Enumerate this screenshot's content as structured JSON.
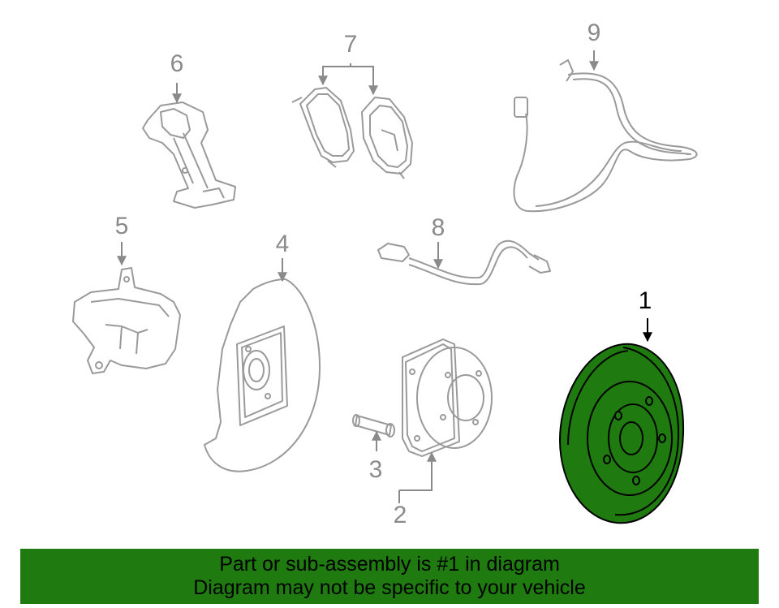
{
  "callouts": [
    {
      "id": "1",
      "text": "1",
      "active": true
    },
    {
      "id": "2",
      "text": "2",
      "active": false
    },
    {
      "id": "3",
      "text": "3",
      "active": false
    },
    {
      "id": "4",
      "text": "4",
      "active": false
    },
    {
      "id": "5",
      "text": "5",
      "active": false
    },
    {
      "id": "6",
      "text": "6",
      "active": false
    },
    {
      "id": "7",
      "text": "7",
      "active": false
    },
    {
      "id": "8",
      "text": "8",
      "active": false
    },
    {
      "id": "9",
      "text": "9",
      "active": false
    }
  ],
  "banner": {
    "line1": "Part or sub-assembly is #1 in diagram",
    "line2": "Diagram may not be specific to your vehicle"
  },
  "colors": {
    "highlight": "#1f7a10",
    "outline": "#9a9a9a",
    "banner_background": "#1f7a10"
  }
}
